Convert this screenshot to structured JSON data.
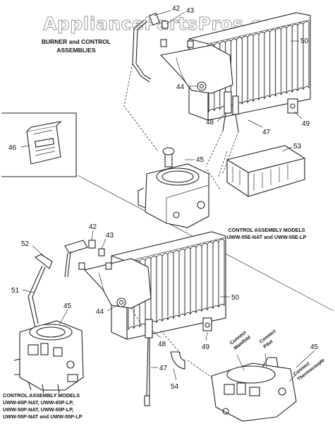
{
  "watermark": "AppliancePartsPros.com",
  "title_lines": [
    "BURNER and CONTROL",
    "ASSEMBLIES"
  ],
  "caption_upper": [
    "CONTROL ASSEMBLY MODELS",
    "UWW-55E-NAT and UWW-55E-LP"
  ],
  "caption_lower": [
    "CONTROL ASSEMBLY MODELS",
    "UWW-65P-NAT, UWW-65P-LP,",
    "UWW-50P-NAT, UWW-50P-LP,",
    "UWW-55P-NAT and UWW-55P-LP"
  ],
  "connect_labels": {
    "manifold": [
      "Connect",
      "Manifold"
    ],
    "pilot": [
      "Connect",
      "Pilot"
    ],
    "thermocouple": [
      "Connect",
      "Thermocouple"
    ]
  },
  "labels_upper": {
    "p42": "42",
    "p43": "43",
    "p50": "50",
    "p44": "44",
    "p48": "48",
    "p47": "47",
    "p49": "49",
    "p46": "46",
    "p45": "45",
    "p53": "53"
  },
  "labels_lower": {
    "p42": "42",
    "p43": "43",
    "p52": "52",
    "p51": "51",
    "p45a": "45",
    "p44": "44",
    "p50": "50",
    "p48": "48",
    "p47": "47",
    "p49": "49",
    "p54": "54",
    "p45b": "45"
  }
}
